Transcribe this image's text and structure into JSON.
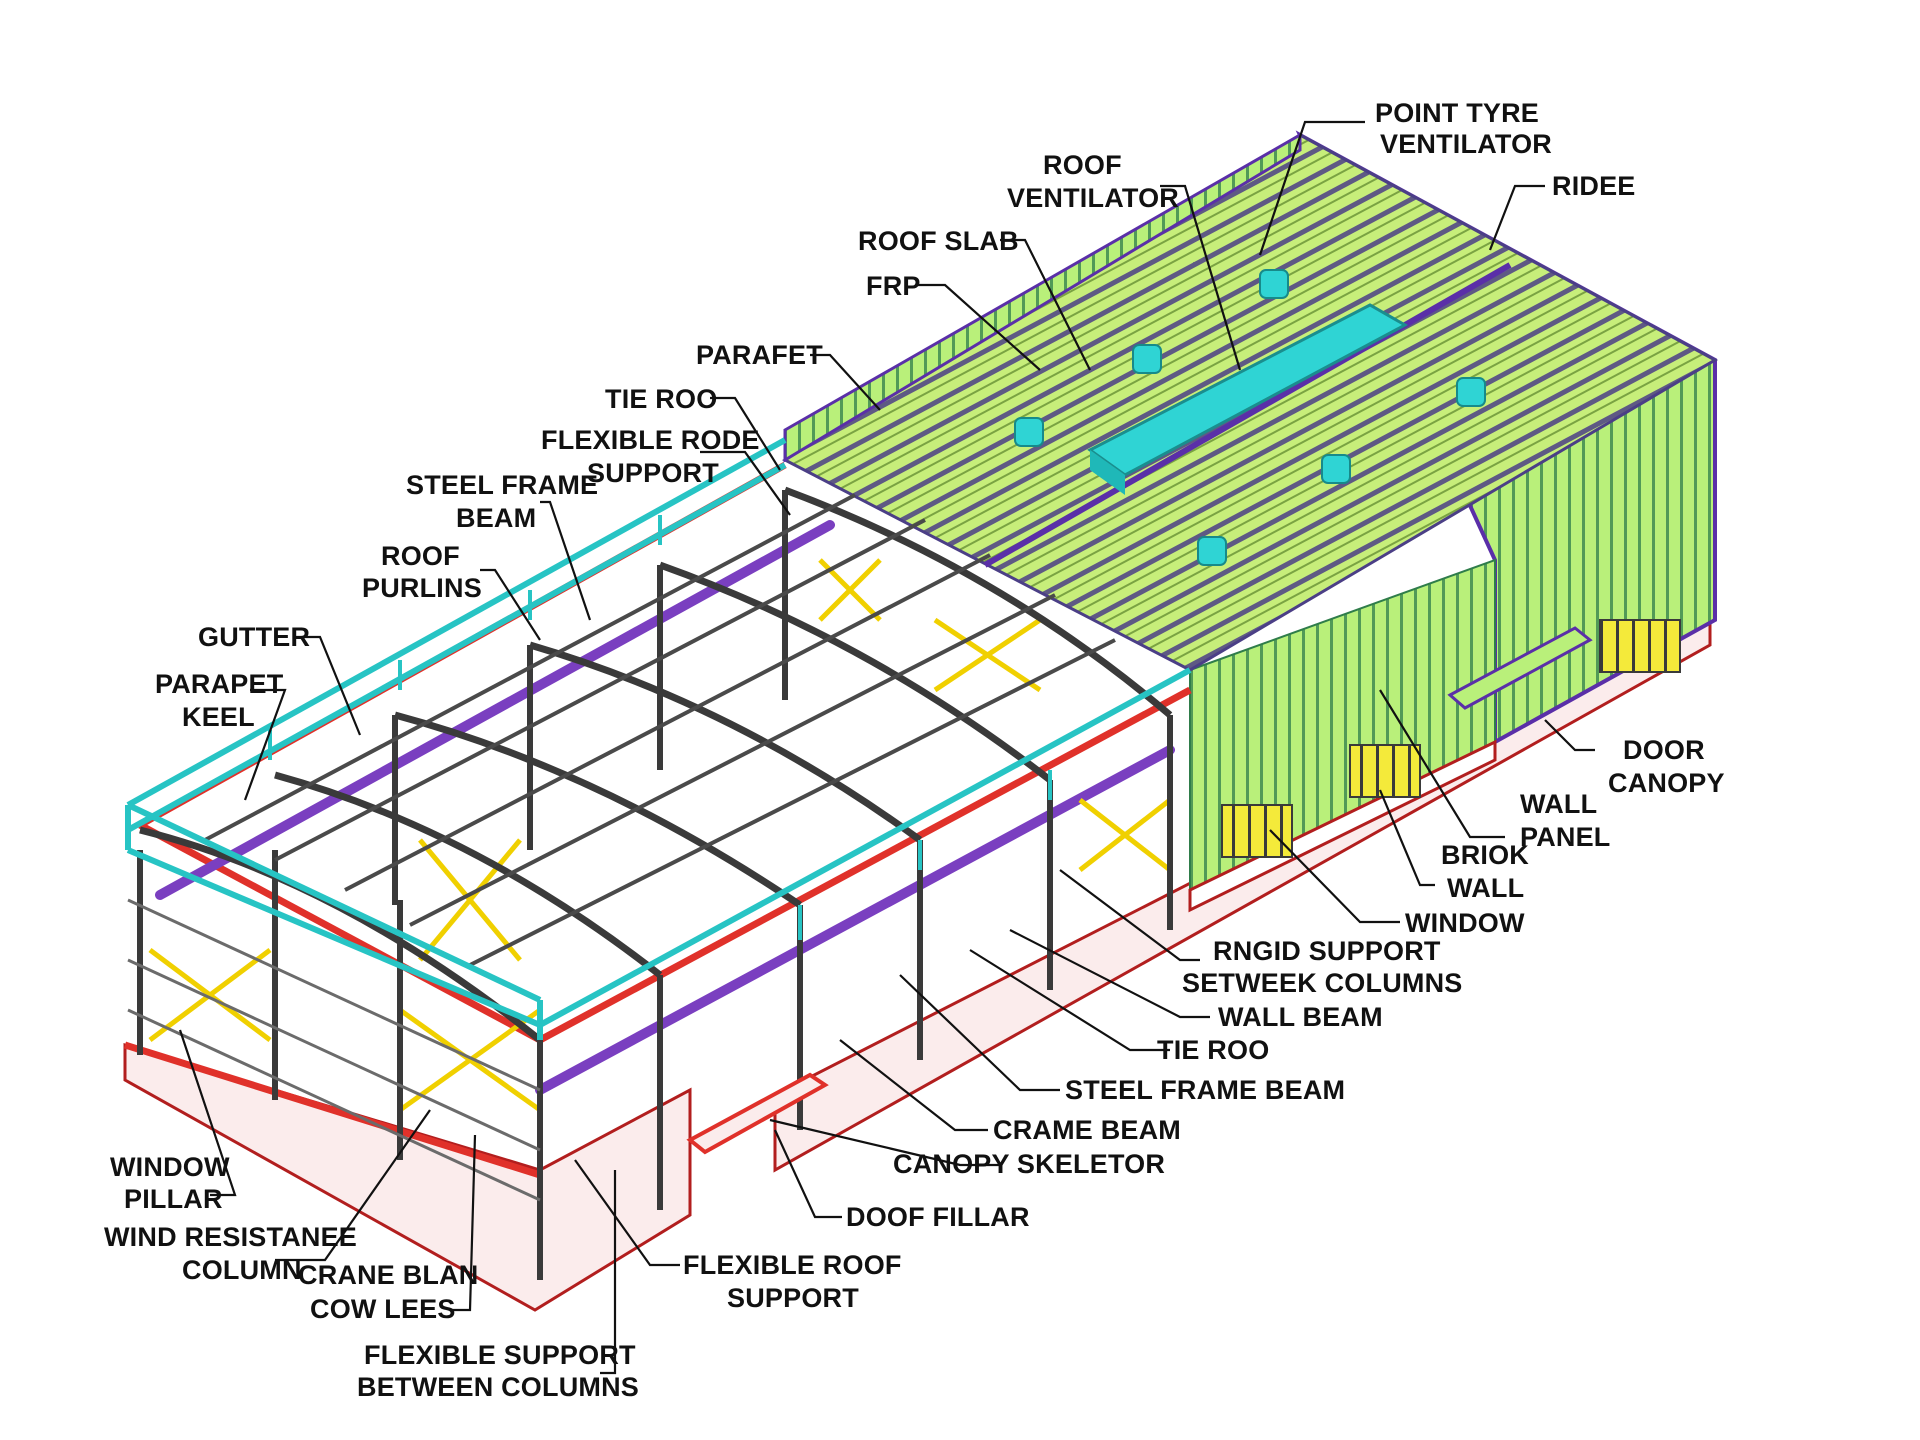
{
  "labels": {
    "point_type_ventilator": [
      "POINT  TYRE",
      "VENTILATOR"
    ],
    "roof_ventilator": [
      "ROOF",
      "VENTILATOR"
    ],
    "ridee": [
      "RIDEE"
    ],
    "roof_slab": [
      "ROOF SLAB"
    ],
    "frp": [
      "FRP"
    ],
    "parapet": [
      "PARAFET"
    ],
    "tie_rod_top": [
      "TIE ROO"
    ],
    "flexible_rod_support": [
      "FLEXIBLE RODE",
      "SUPPORT"
    ],
    "steel_frame_beam_top": [
      "STEEL FRAME",
      "BEAM"
    ],
    "roof_purlins": [
      "ROOF",
      "PURLINS"
    ],
    "gutter": [
      "GUTTER"
    ],
    "parapet_keel": [
      "PARAPET",
      "KEEL"
    ],
    "door_canopy": [
      "DOOR",
      "CANOPY"
    ],
    "wall_panel": [
      "WALL",
      "PANEL"
    ],
    "brick_wall": [
      "BRIOK",
      "WALL"
    ],
    "window_right": [
      "WINDOW"
    ],
    "rigid_support": [
      "RNGID SUPPORT",
      "SETWEEK COLUMNS"
    ],
    "wall_beam": [
      "WALL BEAM"
    ],
    "tie_rod_right": [
      "TIE ROO"
    ],
    "steel_frame_beam_right": [
      "STEEL FRAME BEAM"
    ],
    "crane_beam_right": [
      "CRAME BEAM"
    ],
    "canopy_skeleton": [
      "CANOPY SKELETOR"
    ],
    "door_pillar": [
      "DOOF FILLAR"
    ],
    "window_pillar": [
      "WINDOW",
      "PILLAR"
    ],
    "wind_resistance_column": [
      "WIND RESISTANEE",
      "COLUMN"
    ],
    "crane_beam_cow_legs": [
      "CRANE BLAN",
      "COW LEES"
    ],
    "flexible_roof_support": [
      "FLEXIBLE ROOF",
      "SUPPORT"
    ],
    "flexible_support_between_columns": [
      "FLEXIBLE SUPPORT",
      "BETWEEN COLUMNS"
    ]
  },
  "colors": {
    "roof_panel": "#c7ee7a",
    "roof_rib": "#4b3f86",
    "wall_panel": "#b9f07a",
    "wall_rib": "#2f7d4a",
    "parapet_rail": "#27c4c4",
    "purlin": "#7a3fc0",
    "red_beam": "#e0312a",
    "bracing": "#f0d000",
    "frame": "#3a3a3a",
    "window": "#f4ea3a",
    "base": "#fbecec",
    "base_stroke": "#b21e1e",
    "ventilator": "#2fd4d4"
  }
}
